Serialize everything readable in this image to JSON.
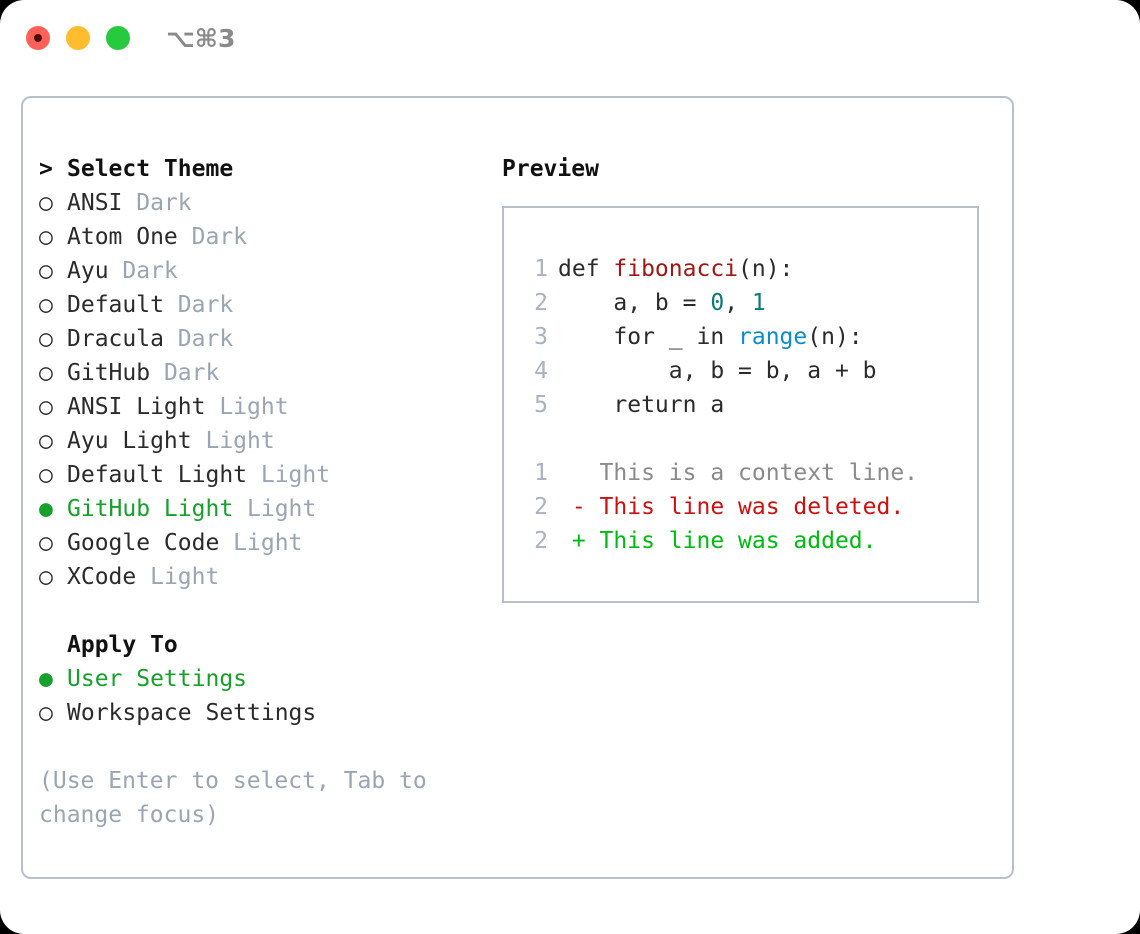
{
  "window": {
    "shortcut_label": "⌥⌘3",
    "traffic_lights": [
      "close",
      "minimize",
      "zoom"
    ]
  },
  "theme_panel": {
    "header": "Select Theme",
    "header_marker": ">",
    "bullet_unselected": "○",
    "bullet_selected": "●",
    "selected_color": "#17a02c",
    "tag_color": "#9aa5b4",
    "items": [
      {
        "name": "ANSI",
        "tag": "Dark",
        "selected": false
      },
      {
        "name": "Atom One",
        "tag": "Dark",
        "selected": false
      },
      {
        "name": "Ayu",
        "tag": "Dark",
        "selected": false
      },
      {
        "name": "Default",
        "tag": "Dark",
        "selected": false
      },
      {
        "name": "Dracula",
        "tag": "Dark",
        "selected": false
      },
      {
        "name": "GitHub",
        "tag": "Dark",
        "selected": false
      },
      {
        "name": "ANSI Light",
        "tag": "Light",
        "selected": false
      },
      {
        "name": "Ayu Light",
        "tag": "Light",
        "selected": false
      },
      {
        "name": "Default Light",
        "tag": "Light",
        "selected": false
      },
      {
        "name": "GitHub Light",
        "tag": "Light",
        "selected": true
      },
      {
        "name": "Google Code",
        "tag": "Light",
        "selected": false
      },
      {
        "name": "XCode",
        "tag": "Light",
        "selected": false
      }
    ]
  },
  "apply_to": {
    "header": "Apply To",
    "items": [
      {
        "name": "User Settings",
        "selected": true
      },
      {
        "name": "Workspace Settings",
        "selected": false
      }
    ]
  },
  "hint": "(Use Enter to select, Tab to change focus)",
  "preview": {
    "title": "Preview",
    "code_lines": [
      {
        "ln": "1",
        "tokens": [
          {
            "t": "def ",
            "c": "plain"
          },
          {
            "t": "fibonacci",
            "c": "fn"
          },
          {
            "t": "(n):",
            "c": "plain"
          }
        ]
      },
      {
        "ln": "2",
        "tokens": [
          {
            "t": "    a, b = ",
            "c": "plain"
          },
          {
            "t": "0",
            "c": "num"
          },
          {
            "t": ", ",
            "c": "plain"
          },
          {
            "t": "1",
            "c": "num"
          }
        ]
      },
      {
        "ln": "3",
        "tokens": [
          {
            "t": "    for _ in ",
            "c": "plain"
          },
          {
            "t": "range",
            "c": "call"
          },
          {
            "t": "(n):",
            "c": "plain"
          }
        ]
      },
      {
        "ln": "4",
        "tokens": [
          {
            "t": "        a, b = b, a + b",
            "c": "plain"
          }
        ]
      },
      {
        "ln": "5",
        "tokens": [
          {
            "t": "    return a",
            "c": "plain"
          }
        ]
      }
    ],
    "diff_lines": [
      {
        "ln": "1",
        "sign": " ",
        "text": "This is a context line.",
        "kind": "context"
      },
      {
        "ln": "2",
        "sign": "-",
        "text": "This line was deleted.",
        "kind": "deleted"
      },
      {
        "ln": "2",
        "sign": "+",
        "text": "This line was added.",
        "kind": "added"
      }
    ],
    "colors": {
      "function": "#a01717",
      "number": "#0b7a78",
      "call": "#0b8ec7",
      "context": "#8a8a8a",
      "deleted": "#cc1111",
      "added": "#00bb11",
      "line_number": "#a8b2c0"
    }
  }
}
